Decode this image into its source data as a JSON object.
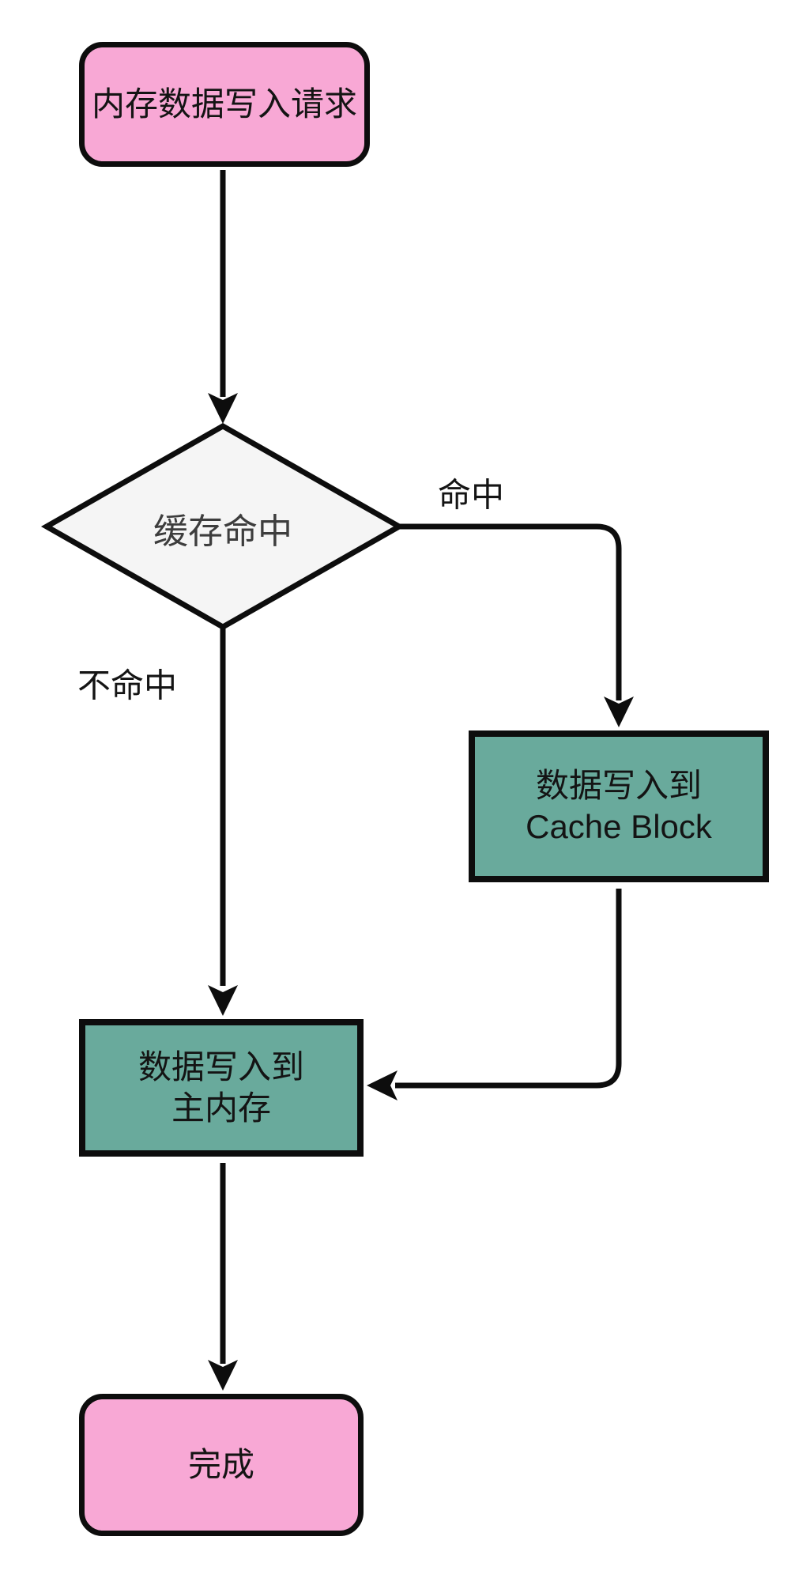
{
  "diagram": {
    "type": "flowchart",
    "nodes": {
      "start": {
        "shape": "rounded-rectangle",
        "label": "内存数据写入请求",
        "fill": "#F8A8D5"
      },
      "decision": {
        "shape": "diamond",
        "label": "缓存命中",
        "fill": "#F5F5F5"
      },
      "cache": {
        "shape": "rectangle",
        "line1": "数据写入到",
        "line2": "Cache Block",
        "fill": "#69AA9C"
      },
      "main": {
        "shape": "rectangle",
        "line1": "数据写入到",
        "line2": "主内存",
        "fill": "#69AA9C"
      },
      "done": {
        "shape": "rounded-rectangle",
        "label": "完成",
        "fill": "#F8A8D5"
      }
    },
    "edges": [
      {
        "from": "start",
        "to": "decision",
        "label": ""
      },
      {
        "from": "decision",
        "to": "cache",
        "label": "命中"
      },
      {
        "from": "decision",
        "to": "main",
        "label": "不命中"
      },
      {
        "from": "cache",
        "to": "main",
        "label": ""
      },
      {
        "from": "main",
        "to": "done",
        "label": ""
      }
    ],
    "edge_labels": {
      "hit": "命中",
      "miss": "不命中"
    }
  },
  "colors": {
    "bg": "#ffffff",
    "pink": "#F8A8D5",
    "teal": "#69AA9C",
    "diamond-fill": "#F5F5F5",
    "line": "#0D0D0D",
    "text": "#141414",
    "decision-text": "#3D3D3D"
  }
}
